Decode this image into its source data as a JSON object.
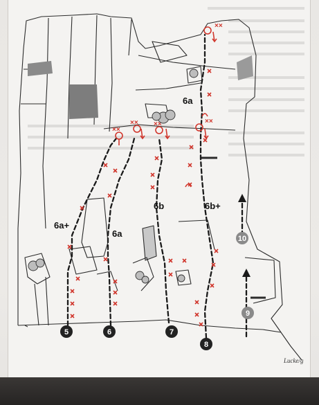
{
  "routes": [
    {
      "number": "5",
      "grade": "6a+"
    },
    {
      "number": "6",
      "grade": "6a"
    },
    {
      "number": "7",
      "grade": "6b"
    },
    {
      "number": "8",
      "grade": "6b+"
    },
    {
      "number": "9",
      "grade": ""
    },
    {
      "number": "10",
      "grade": ""
    }
  ],
  "top_route": {
    "grade": "6a"
  },
  "anchor_mark": "××",
  "bolt_mark": "×",
  "signature": "Lucke/g",
  "colors": {
    "route_line": "#1a1a1a",
    "bolt": "#d1372d",
    "number_badge": "#222222",
    "number_badge_grey": "#8a8a8a"
  }
}
